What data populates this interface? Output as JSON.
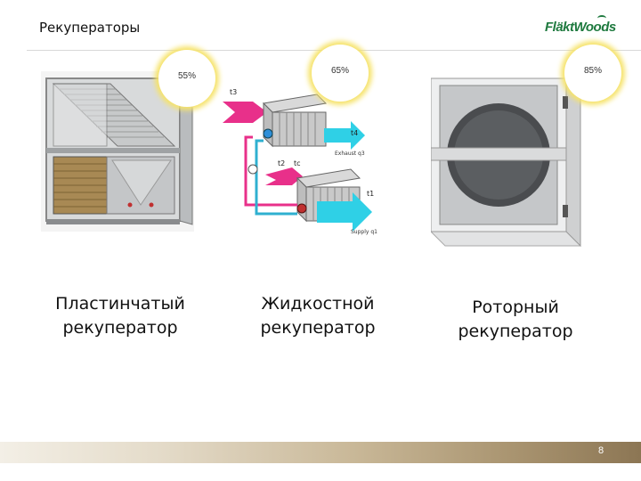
{
  "slide": {
    "title": "Рекуператоры",
    "logo_text": "FläktWoods",
    "page_number": "8"
  },
  "recuperators": [
    {
      "efficiency": "55%",
      "caption_line1": "Пластинчатый",
      "caption_line2": "рекуператор"
    },
    {
      "efficiency": "65%",
      "caption_line1": "Жидкостной",
      "caption_line2": "рекуператор"
    },
    {
      "efficiency": "85%",
      "caption_line1": "Роторный",
      "caption_line2": "рекуператор"
    }
  ],
  "diagram_labels": {
    "t3": "t3",
    "t4": "t4",
    "t2": "t2",
    "tc": "tc",
    "t1": "t1",
    "exhaust": "Exhaust q3",
    "supply": "Supply q1"
  },
  "colors": {
    "accent_glow": "#f6e36a",
    "pink_flow": "#e8308a",
    "cyan_flow": "#2fd0e6",
    "logo_green": "#1f7a3f"
  }
}
